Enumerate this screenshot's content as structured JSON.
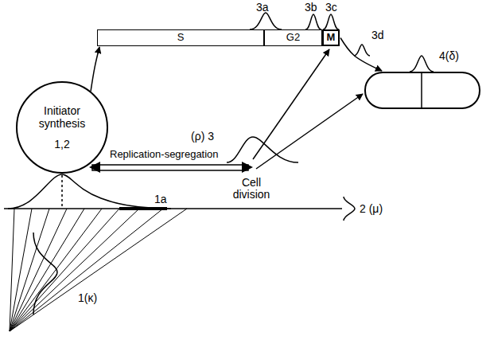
{
  "diagram": {
    "nodes": [
      {
        "text": [
          "Initiator synthesis",
          "1,2"
        ]
      },
      {
        "text": [
          "S"
        ]
      },
      {
        "text": [
          "G2"
        ]
      },
      {
        "text": [
          "M"
        ]
      },
      {
        "text": [
          "4(δ)"
        ]
      }
    ],
    "edges": [
      {
        "from": 0,
        "to": 1,
        "arrow": "to"
      },
      {
        "from": 3,
        "to": 4,
        "arrow": "to"
      }
    ],
    "labels": [
      "3a",
      "3b",
      "3c",
      "3d",
      "(ρ) 3",
      "Replication-segregation",
      "Cell division",
      "1a",
      "2 (μ)",
      "1(κ)"
    ]
  }
}
